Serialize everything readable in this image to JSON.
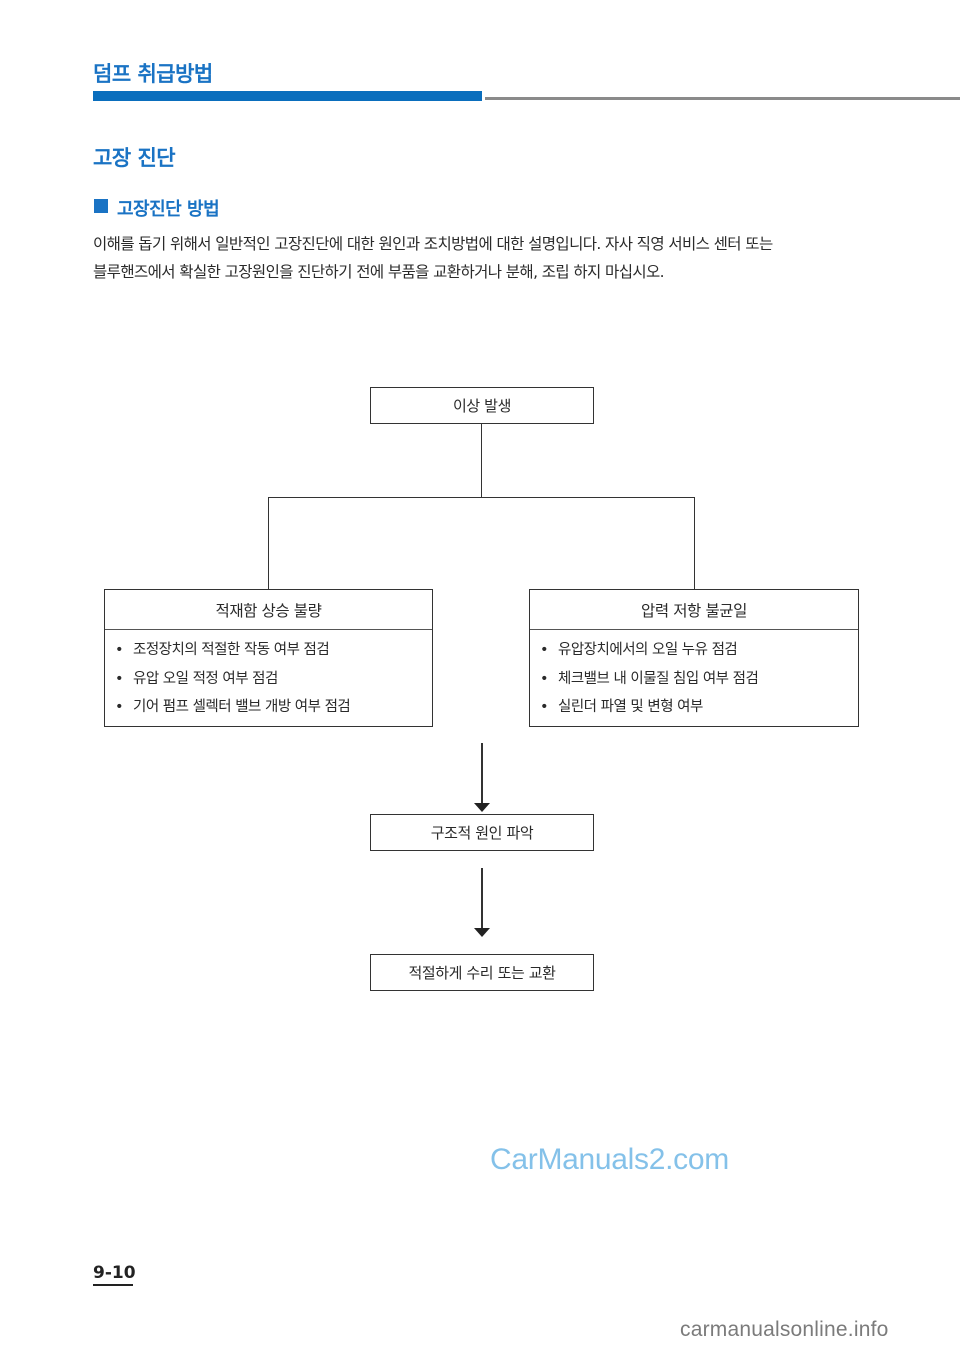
{
  "header": {
    "chapter_title": "덤프 취급방법"
  },
  "section": {
    "title": "고장 진단",
    "subsection_title": "고장진단 방법",
    "body_line1": "이해를 돕기 위해서 일반적인 고장진단에 대한 원인과 조치방법에 대한 설명입니다. 자사 직영 서비스 센터 또는",
    "body_line2": "블루핸즈에서 확실한 고장원인을 진단하기 전에 부품을 교환하거나 분해, 조립 하지 마십시오."
  },
  "flowchart": {
    "top": "이상 발생",
    "left_box": {
      "title": "적재함 상승 불량",
      "items": [
        "조정장치의 적절한 작동 여부 점검",
        "유압 오일 적정 여부 점검",
        "기어 펌프 셀렉터 밸브 개방 여부 점검"
      ]
    },
    "right_box": {
      "title": "압력 저항 불균일",
      "items": [
        "유압장치에서의 오일 누유 점검",
        "체크밸브 내 이물질 침입 여부 점검",
        "실린더 파열 및 변형 여부"
      ]
    },
    "middle": "구조적 원인 파악",
    "bottom": "적절하게 수리 또는 교환",
    "bullet": "•"
  },
  "watermark": "CarManuals2.com",
  "page_number": "9-10",
  "footer_url": "carmanualsonline.info",
  "colors": {
    "accent_blue": "#1a73c4",
    "bar_blue": "#0a6ebd",
    "bar_gray": "#8a8a8a",
    "watermark": "#6fb7e6"
  }
}
